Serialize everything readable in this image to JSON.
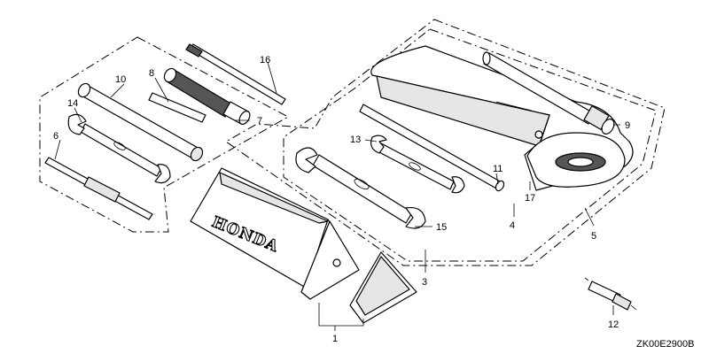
{
  "diagram": {
    "drawing_code": "ZK00E2900B",
    "brand_text": "HONDA",
    "callouts": {
      "c1": "1",
      "c3": "3",
      "c4": "4",
      "c5": "5",
      "c6": "6",
      "c7": "7",
      "c8": "8",
      "c9": "9",
      "c10": "10",
      "c11": "11",
      "c12": "12",
      "c13": "13",
      "c14": "14",
      "c15": "15",
      "c16": "16",
      "c17": "17"
    }
  }
}
